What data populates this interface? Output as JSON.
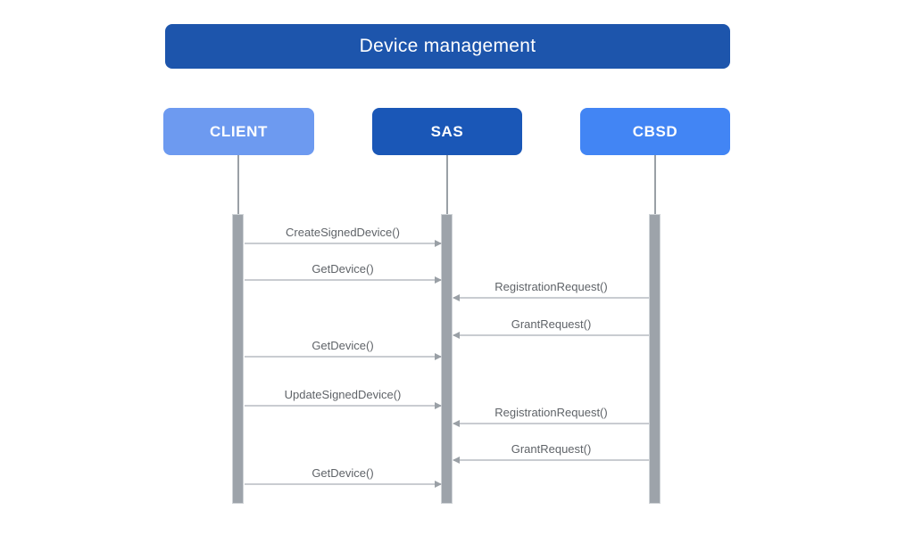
{
  "diagram": {
    "title": "Device management",
    "type": "sequence-diagram"
  },
  "actors": [
    {
      "id": "client",
      "label": "CLIENT",
      "color": "#6d9af0"
    },
    {
      "id": "sas",
      "label": "SAS",
      "color": "#1a57b7"
    },
    {
      "id": "cbsd",
      "label": "CBSD",
      "color": "#4285f4"
    }
  ],
  "messages": [
    {
      "label": "CreateSignedDevice()",
      "from": "CLIENT",
      "to": "SAS"
    },
    {
      "label": "GetDevice()",
      "from": "CLIENT",
      "to": "SAS"
    },
    {
      "label": "RegistrationRequest()",
      "from": "CBSD",
      "to": "SAS"
    },
    {
      "label": "GrantRequest()",
      "from": "CBSD",
      "to": "SAS"
    },
    {
      "label": "GetDevice()",
      "from": "CLIENT",
      "to": "SAS"
    },
    {
      "label": "UpdateSignedDevice()",
      "from": "CLIENT",
      "to": "SAS"
    },
    {
      "label": "RegistrationRequest()",
      "from": "CBSD",
      "to": "SAS"
    },
    {
      "label": "GrantRequest()",
      "from": "CBSD",
      "to": "SAS"
    },
    {
      "label": "GetDevice()",
      "from": "CLIENT",
      "to": "SAS"
    }
  ],
  "palette": {
    "title_bg": "#1d55ac",
    "lifeline": "#9aa0a6",
    "activation_bar": "#9da3aa",
    "arrow_line": "#c9ccd1",
    "arrow_head": "#9aa0a6",
    "message_text": "#5f6368",
    "actor_text": "#ffffff"
  }
}
